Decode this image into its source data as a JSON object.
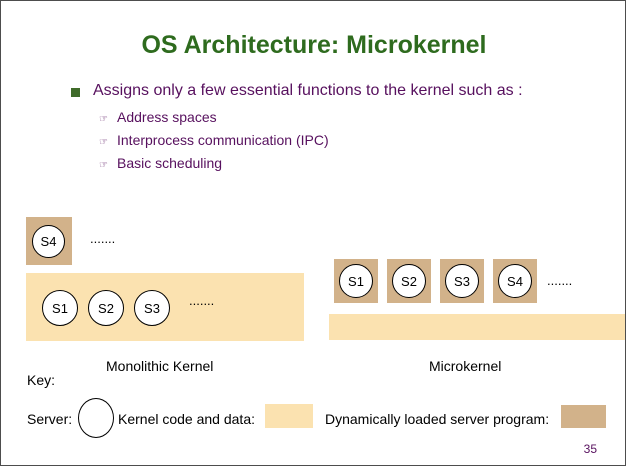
{
  "title": "OS Architecture: Microkernel",
  "bullet": "Assigns only a few essential functions to the kernel such as :",
  "sub_items": [
    "Address spaces",
    "Interprocess communication (IPC)",
    "Basic scheduling"
  ],
  "monolithic": {
    "dynamic_server": "S4",
    "dynamic_ellipsis": ".......",
    "kernel_servers": [
      "S1",
      "S2",
      "S3"
    ],
    "kernel_ellipsis": ".......",
    "caption": "Monolithic Kernel"
  },
  "microkernel": {
    "servers": [
      "S1",
      "S2",
      "S3",
      "S4"
    ],
    "ellipsis": ".......",
    "caption": "Microkernel"
  },
  "key": {
    "label": "Key:",
    "server": "Server:",
    "kernel": "Kernel  code and data:",
    "dynamic": "Dynamically loaded server program:"
  },
  "page_number": "35",
  "colors": {
    "title": "#2e6b1e",
    "text": "#57105e",
    "kernel_fill": "#fbe2b0",
    "dynamic_fill": "#d2b28a"
  }
}
